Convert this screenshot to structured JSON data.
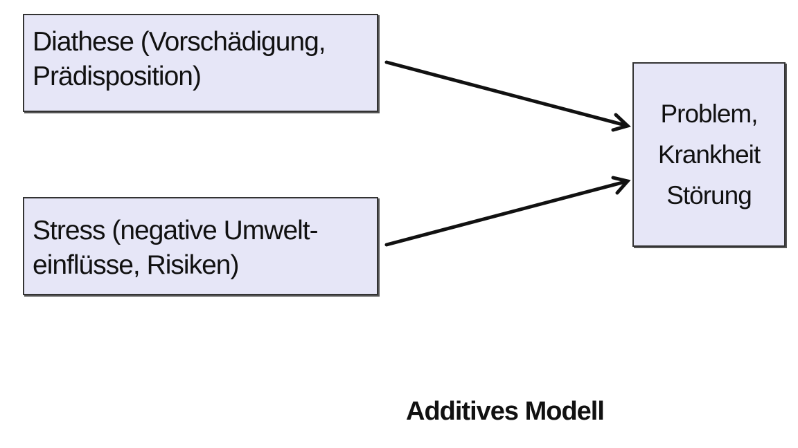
{
  "colors": {
    "box_fill": "#e6e6f7",
    "box_border": "#333333",
    "arrow": "#111111"
  },
  "diagram": {
    "diathese": {
      "line1": "Diathese (Vorschädigung,",
      "line2": "Prädisposition)"
    },
    "stress": {
      "line1": "Stress (negative Umwelt-",
      "line2": "einflüsse, Risiken)"
    },
    "outcome": {
      "line1": "Problem,",
      "line2": "Krankheit",
      "line3": "Störung"
    },
    "caption": "Additives Modell"
  }
}
